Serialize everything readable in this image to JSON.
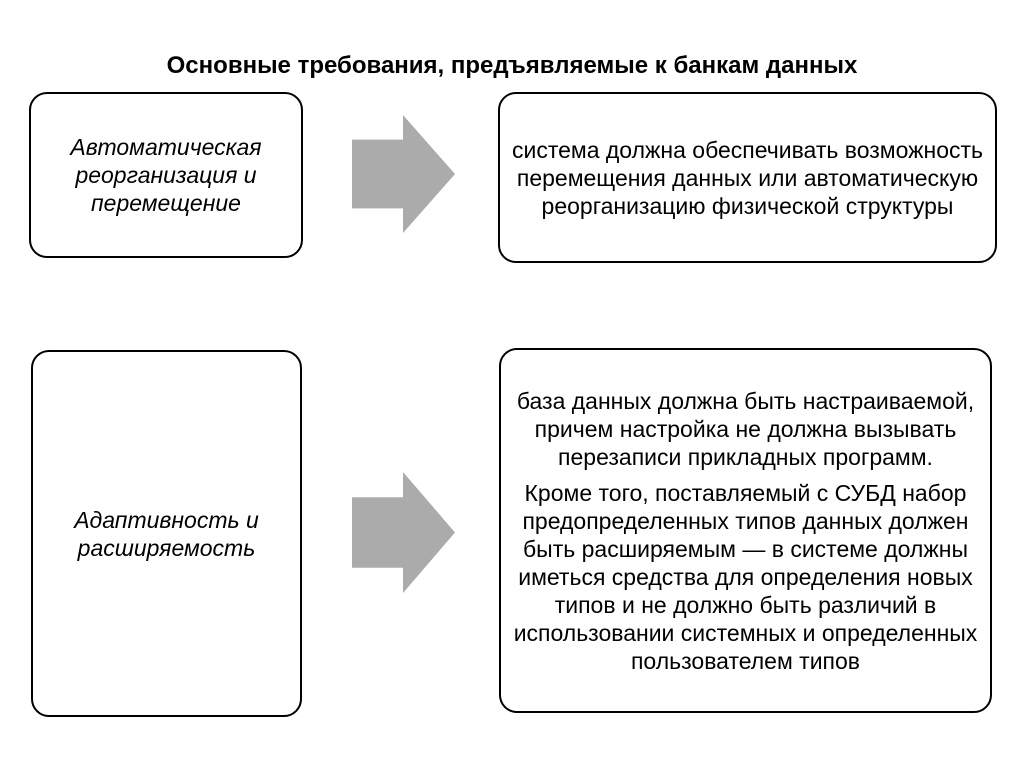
{
  "slide": {
    "title": "Основные требования, предъявляемые к банкам данных"
  },
  "rows": [
    {
      "requirement": "Автоматическая реорганизация и перемещение",
      "description_paragraphs": [
        "система должна обеспечивать возможность перемещения данных или автоматическую реорганизацию физической структуры"
      ]
    },
    {
      "requirement": "Адаптивность и расширяемость",
      "description_paragraphs": [
        "база данных должна быть настраиваемой, причем настройка не должна вызывать перезаписи прикладных программ.",
        "Кроме того, поставляемый с СУБД набор предопределенных типов данных должен быть расширяемым — в системе должны иметься средства для определения новых типов и не должно быть различий в использовании системных и определенных пользователем типов"
      ]
    }
  ],
  "icons": {
    "arrow": "right-block-arrow"
  },
  "colors": {
    "background": "#FFFFFF",
    "box_border": "#000000",
    "text": "#000000",
    "arrow_fill": "#ABABAB"
  }
}
